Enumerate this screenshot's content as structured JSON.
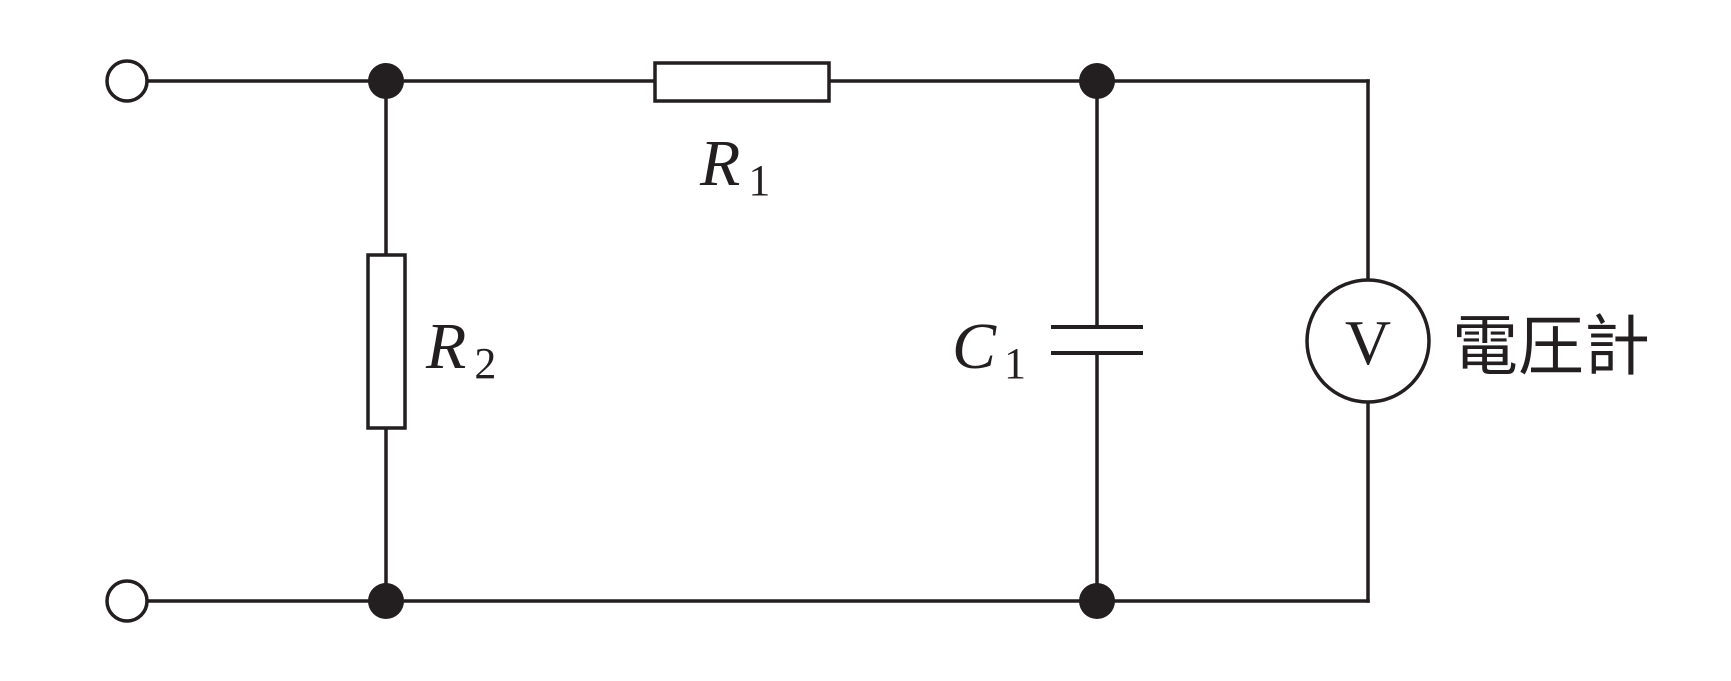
{
  "diagram": {
    "components": {
      "r1": {
        "symbol": "R",
        "subscript": "1"
      },
      "r2": {
        "symbol": "R",
        "subscript": "2"
      },
      "c1": {
        "symbol": "C",
        "subscript": "1"
      },
      "voltmeter": {
        "letter": "V",
        "label": "電圧計"
      }
    },
    "colors": {
      "ink": "#231f20",
      "background": "#ffffff"
    }
  }
}
